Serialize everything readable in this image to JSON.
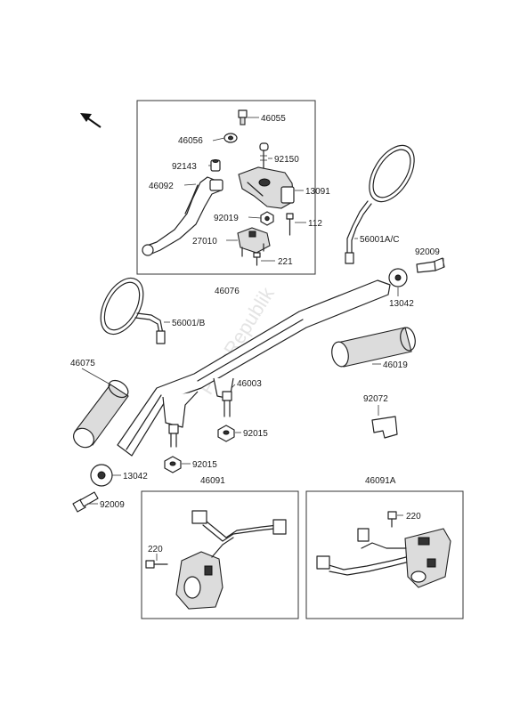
{
  "watermark": "PartsRepublik",
  "labels": {
    "p46055": "46055",
    "p46056": "46056",
    "p92150": "92150",
    "p92143": "92143",
    "p46092": "46092",
    "p13091": "13091",
    "p92019": "92019",
    "p112": "112",
    "p27010": "27010",
    "p221": "221",
    "p46076": "46076",
    "p56001ac": "56001A/C",
    "p92009_top": "92009",
    "p13042_top": "13042",
    "p56001b": "56001/B",
    "p46075": "46075",
    "p46003": "46003",
    "p46019": "46019",
    "p92072": "92072",
    "p92015_a": "92015",
    "p92015_b": "92015",
    "p13042_bot": "13042",
    "p92009_bot": "92009",
    "p46091": "46091",
    "p46091a": "46091A",
    "p220_left": "220",
    "p220_right": "220"
  },
  "icons": {
    "front_arrow": "arrow-up-left-icon"
  }
}
